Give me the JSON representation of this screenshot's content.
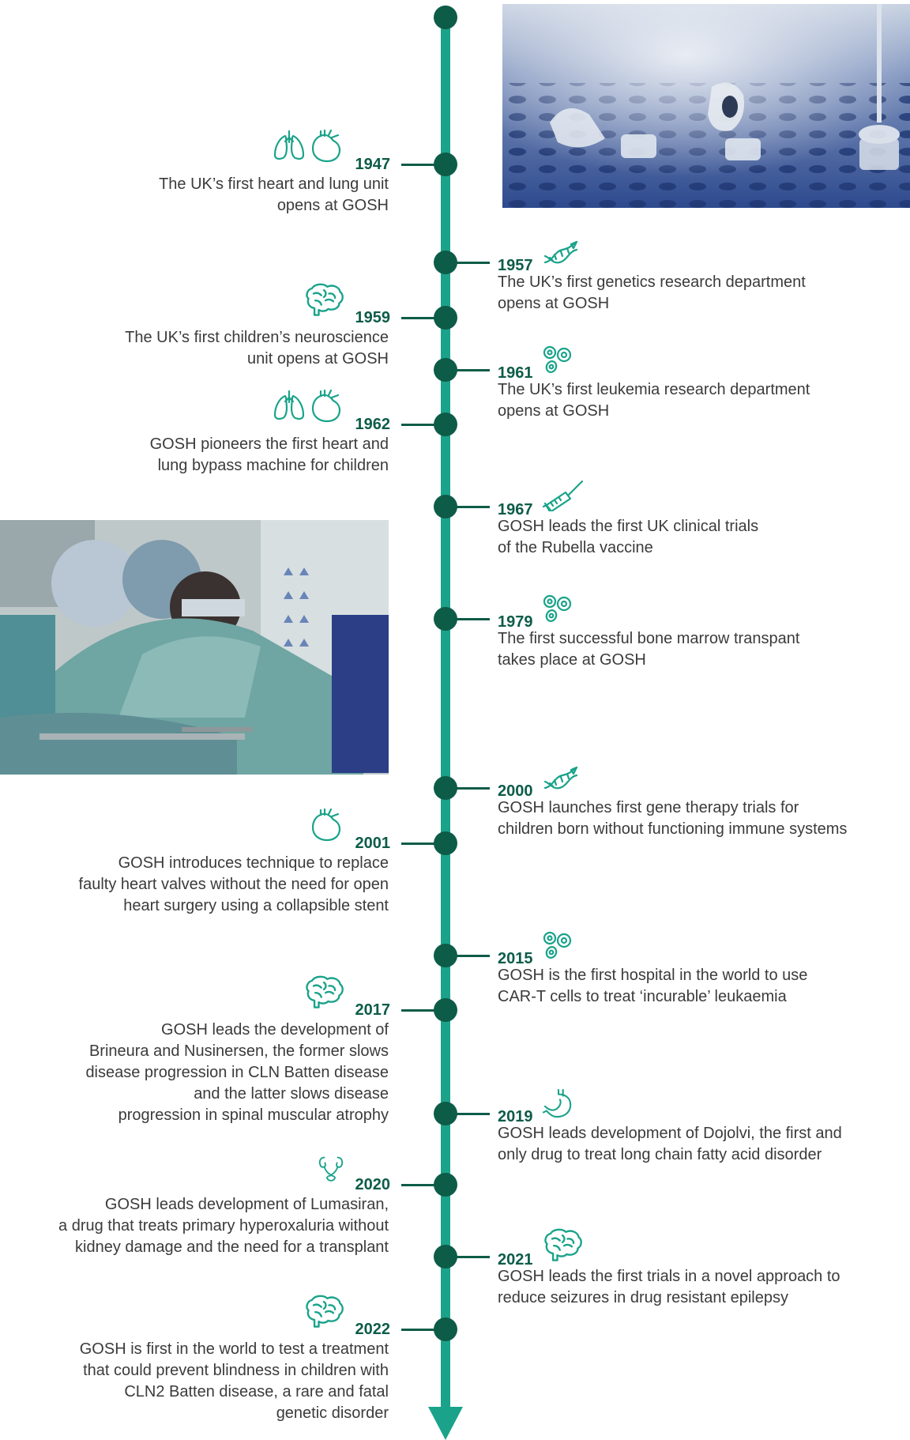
{
  "colors": {
    "spine": "#1aa38a",
    "node": "#0d5c48",
    "icon": "#1aa38a",
    "text": "#3b3b3b"
  },
  "events": [
    {
      "year": "1947",
      "side": "left",
      "icons": [
        "lungs-icon",
        "heart-icon"
      ],
      "lines": [
        "The UK’s first heart and lung unit",
        "opens at GOSH"
      ]
    },
    {
      "year": "1957",
      "side": "right",
      "icons": [
        "dna-icon"
      ],
      "lines": [
        "The UK’s first genetics research department",
        "opens at GOSH"
      ]
    },
    {
      "year": "1959",
      "side": "left",
      "icons": [
        "brain-icon"
      ],
      "lines": [
        "The UK’s first children’s neuroscience",
        "unit opens at GOSH"
      ]
    },
    {
      "year": "1961",
      "side": "right",
      "icons": [
        "cells-icon"
      ],
      "lines": [
        "The UK’s first leukemia research department",
        "opens at GOSH"
      ]
    },
    {
      "year": "1962",
      "side": "left",
      "icons": [
        "lungs-icon",
        "heart-icon"
      ],
      "lines": [
        "GOSH pioneers the first heart and",
        "lung bypass machine for children"
      ]
    },
    {
      "year": "1967",
      "side": "right",
      "icons": [
        "syringe-icon"
      ],
      "lines": [
        "GOSH leads the first UK clinical trials",
        "of the Rubella vaccine"
      ]
    },
    {
      "year": "1979",
      "side": "right",
      "icons": [
        "cells-icon"
      ],
      "lines": [
        "The first successful bone marrow transpant",
        "takes place at GOSH"
      ]
    },
    {
      "year": "2000",
      "side": "right",
      "icons": [
        "dna-icon"
      ],
      "lines": [
        "GOSH launches first gene therapy trials for",
        "children born without functioning immune systems"
      ]
    },
    {
      "year": "2001",
      "side": "left",
      "icons": [
        "heart-icon"
      ],
      "lines": [
        "GOSH introduces technique to replace",
        "faulty heart valves without the need for open",
        "heart surgery using a collapsible stent"
      ]
    },
    {
      "year": "2015",
      "side": "right",
      "icons": [
        "cells-icon"
      ],
      "lines": [
        "GOSH is the first hospital in the world to use",
        "CAR-T cells to treat ‘incurable’ leukaemia"
      ]
    },
    {
      "year": "2017",
      "side": "left",
      "icons": [
        "brain-icon"
      ],
      "lines": [
        "GOSH leads the development of",
        "Brineura and Nusinersen, the former slows",
        "disease progression in CLN Batten disease",
        "and the latter slows disease",
        "progression in spinal muscular atrophy"
      ]
    },
    {
      "year": "2019",
      "side": "right",
      "icons": [
        "stomach-icon"
      ],
      "lines": [
        "GOSH leads development of Dojolvi, the first and",
        "only drug to treat long chain fatty acid disorder"
      ]
    },
    {
      "year": "2020",
      "side": "left",
      "icons": [
        "kidney-icon"
      ],
      "lines": [
        "GOSH leads development of Lumasiran,",
        "a drug that treats primary hyperoxaluria without",
        "kidney damage and the need for a transplant"
      ]
    },
    {
      "year": "2021",
      "side": "right",
      "icons": [
        "brain-icon"
      ],
      "lines": [
        "GOSH leads the first trials in a novel approach to",
        "reduce seizures in drug resistant epilepsy"
      ]
    },
    {
      "year": "2022",
      "side": "left",
      "icons": [
        "brain-icon"
      ],
      "lines": [
        "GOSH is first in the world to test a treatment",
        "that could prevent blindness in children with",
        "CLN2 Batten disease, a rare and fatal",
        "genetic disorder"
      ]
    }
  ]
}
